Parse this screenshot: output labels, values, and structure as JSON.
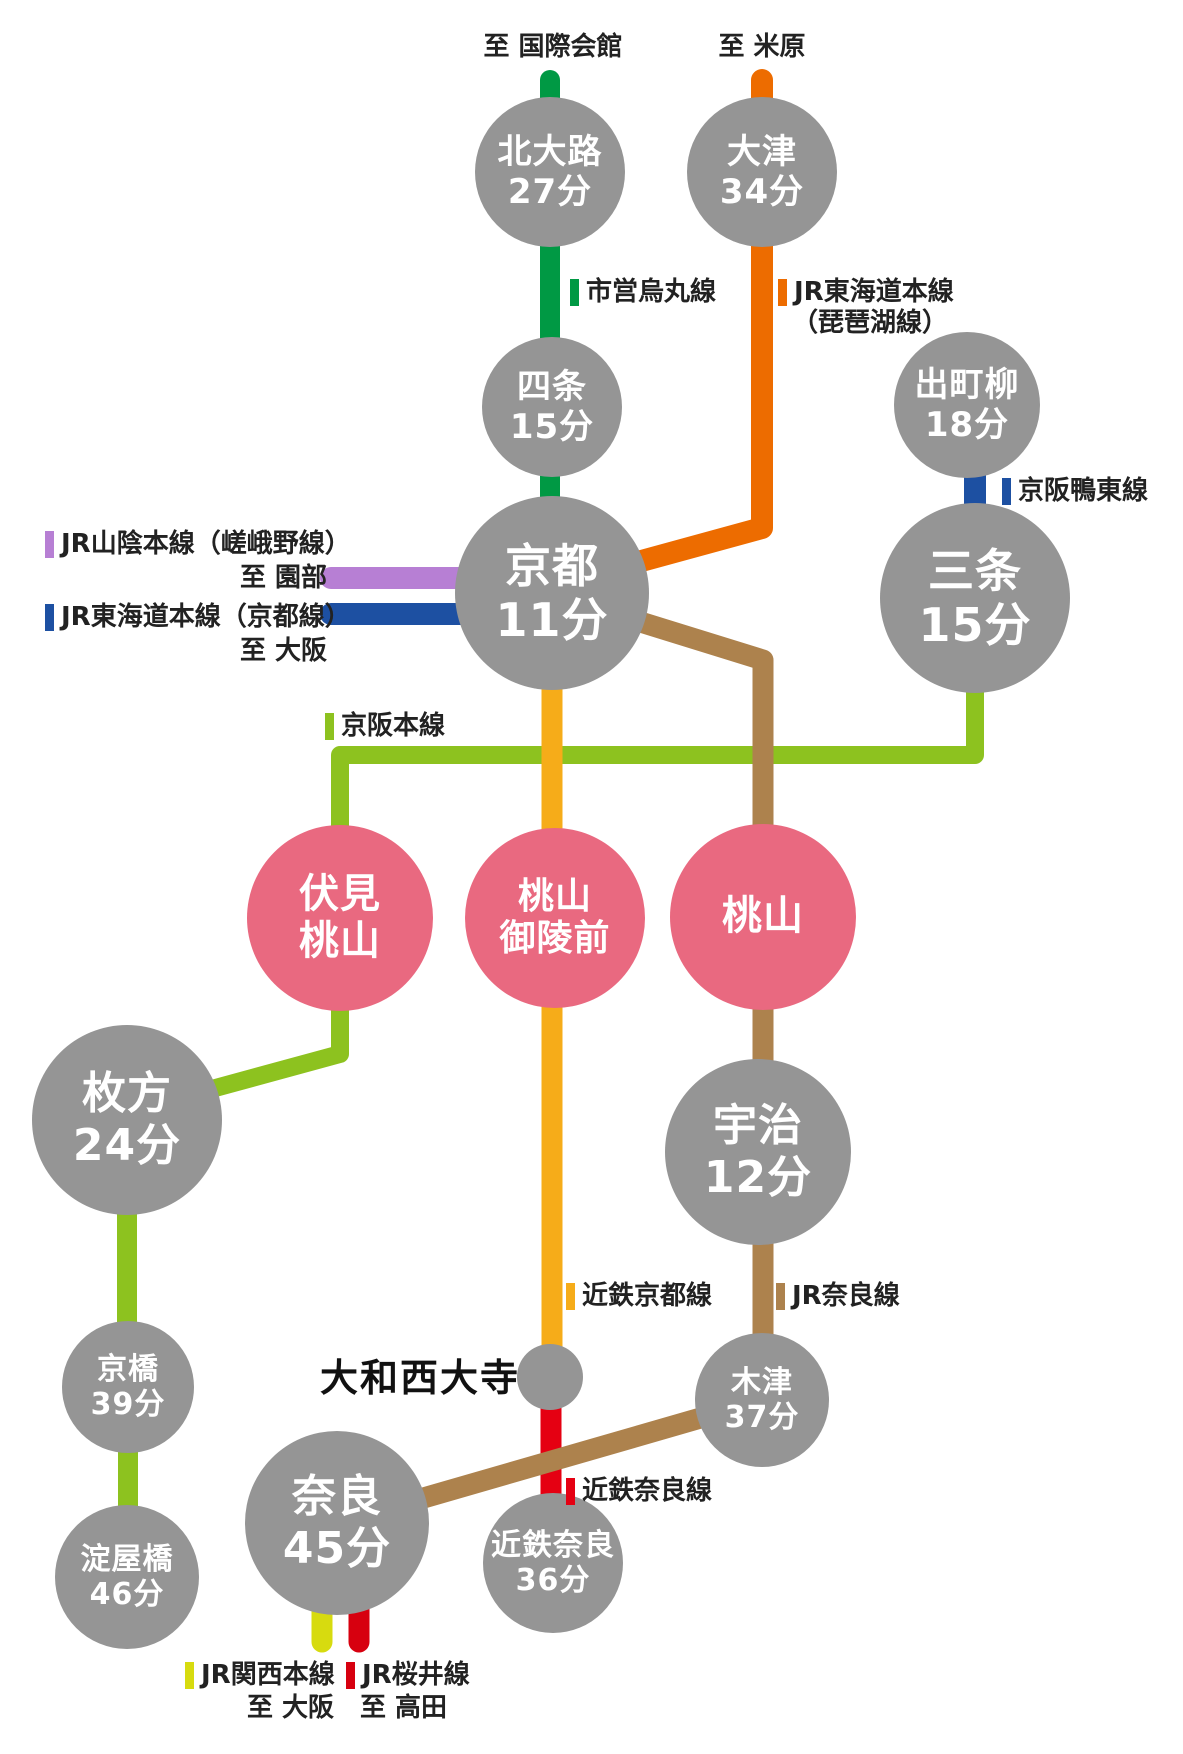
{
  "stations": {
    "kitaoji": {
      "l1": "北大路",
      "l2": "27分"
    },
    "otsu": {
      "l1": "大津",
      "l2": "34分"
    },
    "shijo": {
      "l1": "四条",
      "l2": "15分"
    },
    "demachiyanagi": {
      "l1": "出町柳",
      "l2": "18分"
    },
    "kyoto": {
      "l1": "京都",
      "l2": "11分"
    },
    "sanjo": {
      "l1": "三条",
      "l2": "15分"
    },
    "fushimi_momoyama": {
      "l1": "伏見",
      "l2": "桃山"
    },
    "momoyama_goryomae": {
      "l1": "桃山",
      "l2": "御陵前"
    },
    "momoyama": {
      "l1": "桃山",
      "l2": ""
    },
    "hirakata": {
      "l1": "枚方",
      "l2": "24分"
    },
    "uji": {
      "l1": "宇治",
      "l2": "12分"
    },
    "kyobashi": {
      "l1": "京橋",
      "l2": "39分"
    },
    "kizu": {
      "l1": "木津",
      "l2": "37分"
    },
    "nara": {
      "l1": "奈良",
      "l2": "45分"
    },
    "kintetsu_nara": {
      "l1": "近鉄奈良",
      "l2": "36分"
    },
    "yodoyabashi": {
      "l1": "淀屋橋",
      "l2": "46分"
    }
  },
  "junction_label": "大和西大寺",
  "destinations": {
    "kokusaikaikan": "至 国際会館",
    "maibara": "至 米原",
    "sonobe": "至 園部",
    "osaka_kyoto_line": "至 大阪",
    "osaka_kansai_line": "至 大阪",
    "takada": "至 高田"
  },
  "line_labels": {
    "karasuma": "市営烏丸線",
    "biwako_1": "JR東海道本線",
    "biwako_2": "（琵琶湖線）",
    "kamo_higashi": "京阪鴨東線",
    "sagano": "JR山陰本線（嵯峨野線）",
    "kyoto_line": "JR東海道本線（京都線）",
    "keihan_main": "京阪本線",
    "kintetsu_kyoto": "近鉄京都線",
    "jr_nara": "JR奈良線",
    "kintetsu_nara": "近鉄奈良線",
    "jr_kansai": "JR関西本線",
    "jr_sakurai": "JR桜井線"
  },
  "colors": {
    "station_gray": "#959595",
    "station_pink": "#e96980",
    "subway_karasuma_green": "#009944",
    "jr_biwako_orange": "#ed6c00",
    "keihan_blue": "#1d50a2",
    "sagano_purple": "#b77fd4",
    "keihan_main_green": "#8dc21f",
    "kintetsu_kyoto_yellow": "#f6ac19",
    "jr_nara_brown": "#ad824d",
    "kintetsu_nara_red": "#e50012",
    "jr_kansai_yellow": "#d7db0f",
    "jr_sakurai_red": "#d7000f"
  }
}
